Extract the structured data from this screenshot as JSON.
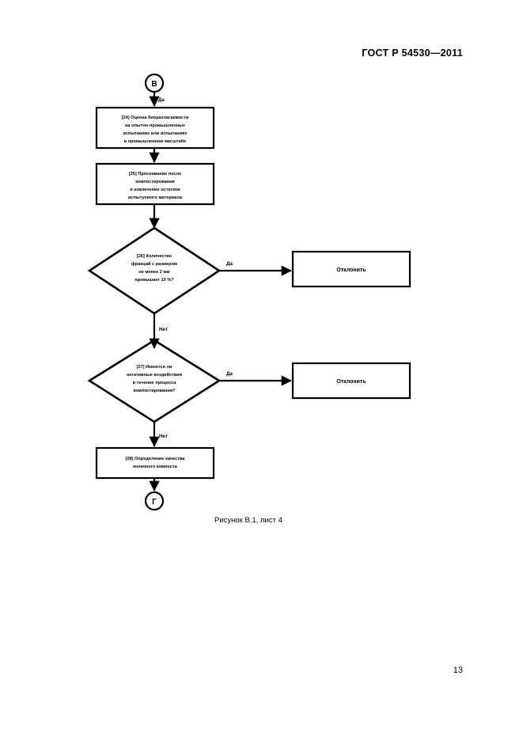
{
  "document": {
    "header": "ГОСТ Р 54530—2011",
    "page_number": "13",
    "figure_caption": "Рисунок В.1, лист 4"
  },
  "flowchart": {
    "connector_in": {
      "letter": "В",
      "label": "Да"
    },
    "connector_out": {
      "letter": "Г"
    },
    "nodes": [
      {
        "id": "24",
        "type": "process",
        "lines": [
          "[24] Оценка биоразлагаемости",
          "на опытно-промышленных",
          "испытаниях или испытаниях",
          "в промышленном масштабе"
        ]
      },
      {
        "id": "25",
        "type": "process",
        "lines": [
          "[25] Просеивание после",
          "компостирования",
          "и извлечение остатков",
          "испытуемого материала"
        ]
      },
      {
        "id": "26",
        "type": "decision",
        "lines": [
          "[26] Количество",
          "фракций с размером",
          "не менее 2 мм",
          "превышает 10 %?"
        ],
        "yes_label": "Да",
        "no_label": "Нет"
      },
      {
        "id": "27",
        "type": "decision",
        "lines": [
          "[27] Имеются ли",
          "негативные воздействия",
          "в течение процесса",
          "компостирования?"
        ],
        "yes_label": "Да",
        "no_label": "Нет"
      },
      {
        "id": "28",
        "type": "process",
        "lines": [
          "[28] Определение качества",
          "конечного компоста"
        ]
      }
    ],
    "reject_nodes": [
      {
        "id": "reject-1",
        "label": "Отклонить"
      },
      {
        "id": "reject-2",
        "label": "Отклонить"
      }
    ]
  }
}
